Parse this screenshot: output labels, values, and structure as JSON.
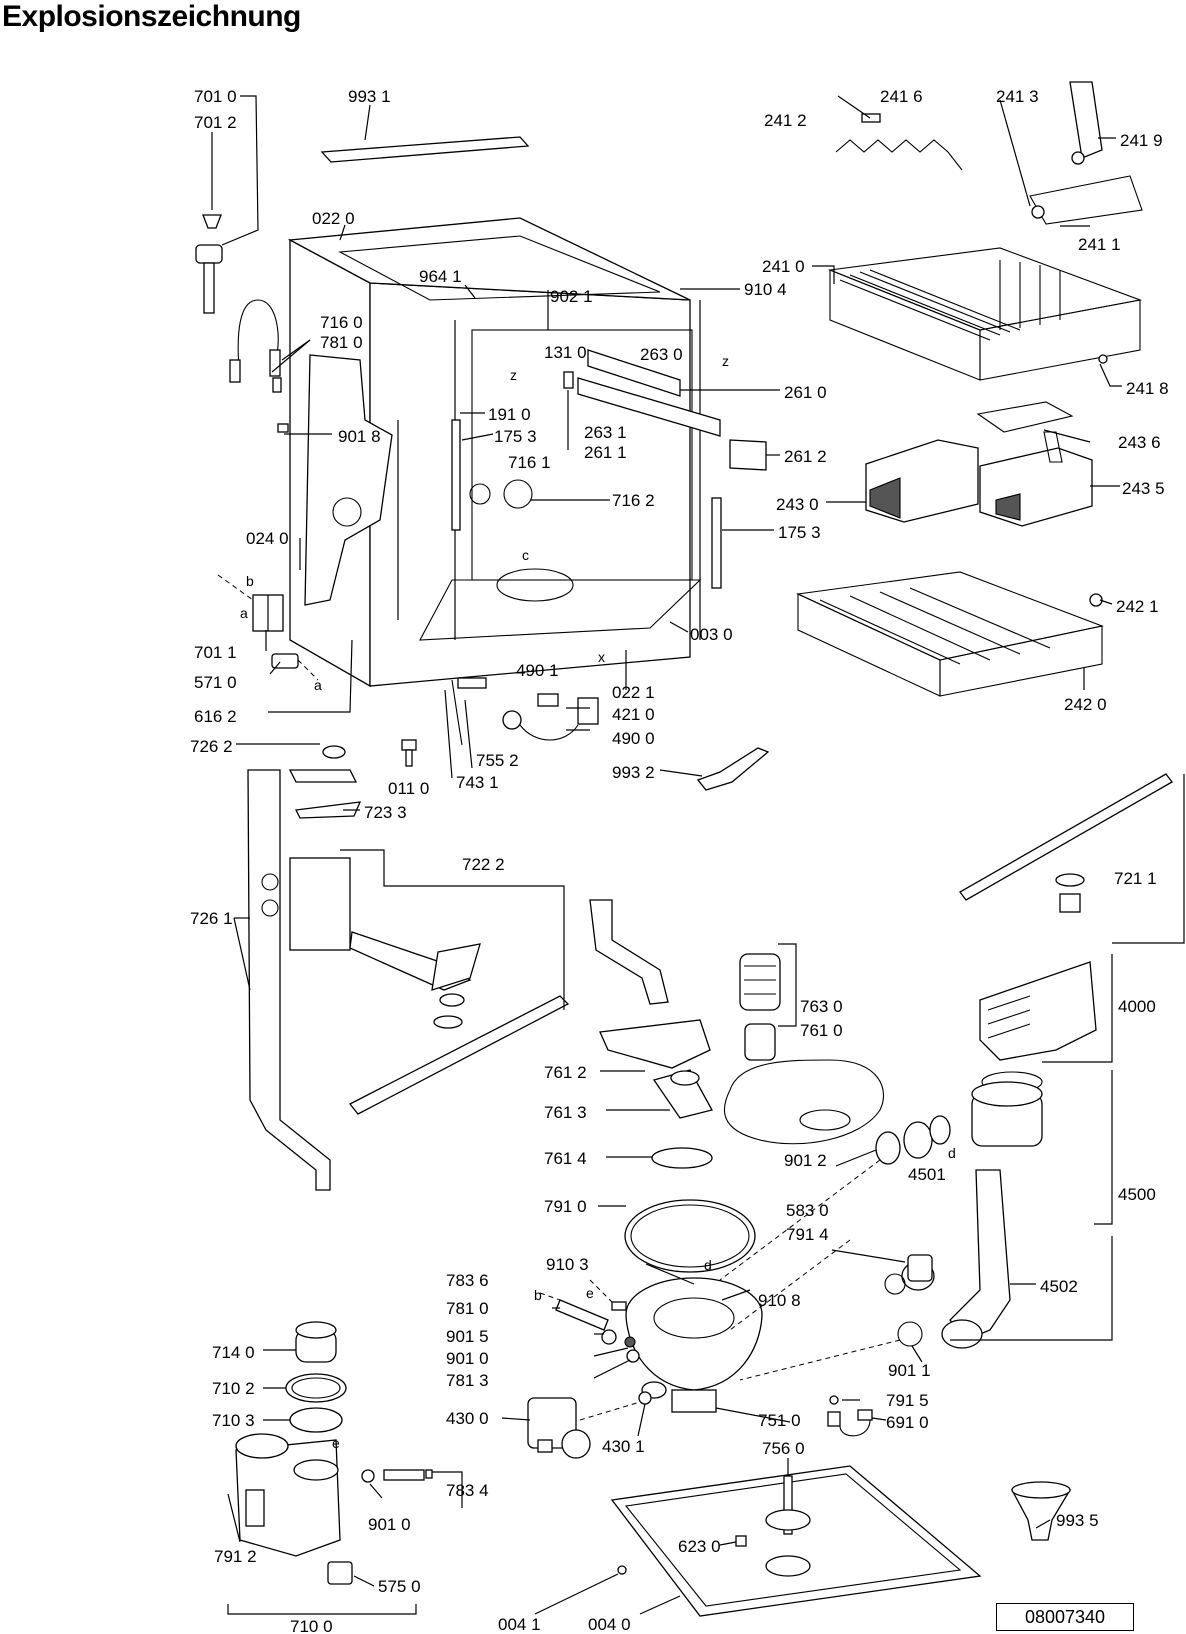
{
  "title": "Explosionszeichnung",
  "document_number": "08007340",
  "parts": {
    "p701_0": "701 0",
    "p701_2": "701 2",
    "p993_1": "993 1",
    "p022_0": "022 0",
    "p964_1": "964 1",
    "p902_1": "902 1",
    "p910_4": "910 4",
    "p716_0": "716 0",
    "p781_0a": "781 0",
    "p131_0": "131 0",
    "p263_0": "263 0",
    "p261_0": "261 0",
    "p901_8": "901 8",
    "p191_0": "191 0",
    "p175_3a": "175 3",
    "p263_1": "263 1",
    "p261_1": "261 1",
    "p261_2": "261 2",
    "p716_1": "716 1",
    "p716_2": "716 2",
    "p024_0": "024 0",
    "p175_3b": "175 3",
    "p701_1": "701 1",
    "p571_0": "571 0",
    "p003_0": "003 0",
    "p490_1": "490 1",
    "p022_1": "022 1",
    "p421_0": "421 0",
    "p490_0": "490 0",
    "p616_2": "616 2",
    "p755_2": "755 2",
    "p743_1": "743 1",
    "p011_0": "011 0",
    "p993_2": "993 2",
    "p726_2": "726 2",
    "p723_3": "723 3",
    "p722_2": "722 2",
    "p726_1": "726 1",
    "p241_2": "241 2",
    "p241_6": "241 6",
    "p241_3": "241 3",
    "p241_9": "241 9",
    "p241_1": "241 1",
    "p241_0": "241 0",
    "p241_8": "241 8",
    "p243_6": "243 6",
    "p243_0": "243 0",
    "p243_5": "243 5",
    "p242_1": "242 1",
    "p242_0": "242 0",
    "p721_1": "721 1",
    "p4000": "4000",
    "p763_0": "763 0",
    "p761_0": "761 0",
    "p761_2": "761 2",
    "p761_3": "761 3",
    "p761_4": "761 4",
    "p901_2": "901 2",
    "p4501": "4501",
    "p4500": "4500",
    "p791_0": "791 0",
    "p583_0": "583 0",
    "p791_4": "791 4",
    "p4502": "4502",
    "p783_6": "783 6",
    "p910_3": "910 3",
    "p910_8": "910 8",
    "p781_0b": "781 0",
    "p901_5": "901 5",
    "p901_0a": "901 0",
    "p781_3": "781 3",
    "p901_1": "901 1",
    "p751_0": "751 0",
    "p791_5": "791 5",
    "p691_0": "691 0",
    "p430_0": "430 0",
    "p430_1": "430 1",
    "p714_0": "714 0",
    "p710_2": "710 2",
    "p710_3": "710 3",
    "p756_0": "756 0",
    "p783_4": "783 4",
    "p901_0b": "901 0",
    "p791_2": "791 2",
    "p623_0": "623 0",
    "p993_5": "993 5",
    "p575_0": "575 0",
    "p004_1": "004 1",
    "p004_0": "004 0",
    "p710_0": "710 0"
  },
  "letters": {
    "a": "a",
    "b": "b",
    "c": "c",
    "d": "d",
    "e": "e",
    "x": "x",
    "z": "z"
  }
}
